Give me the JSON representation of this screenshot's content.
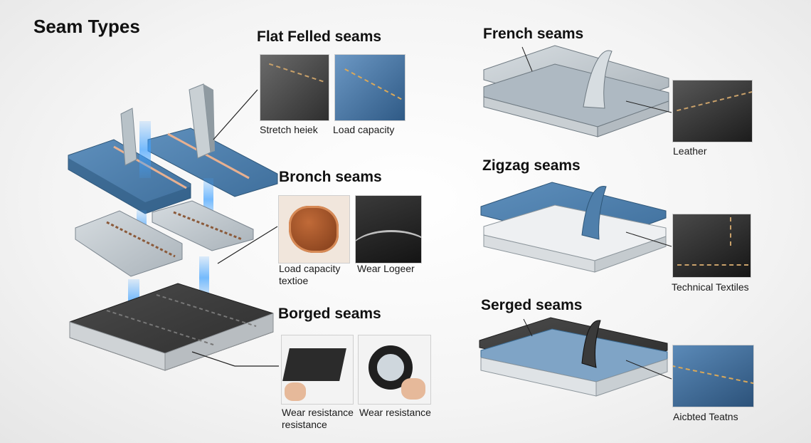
{
  "title": "Seam Types",
  "sections": {
    "flat_felled": {
      "heading": "Flat Felled seams",
      "captions": [
        "Stretch heiek",
        "Load capacity"
      ]
    },
    "bronch": {
      "heading": "Bronch seams",
      "captions": [
        "Load capacity\ntextioe",
        "Wear Logeer"
      ]
    },
    "borged": {
      "heading": "Borged seams",
      "captions": [
        "Wear resistance\nresistance",
        "Wear resistance"
      ]
    },
    "french": {
      "heading": "French seams",
      "caption": "Leather"
    },
    "zigzag": {
      "heading": "Zigzag seams",
      "caption": "Technical Textiles"
    },
    "serged": {
      "heading": "Serged seams",
      "caption": "Aicbted Teatns"
    }
  },
  "colors": {
    "denim": "#4f7fab",
    "light_gray": "#c7cdd2",
    "dark": "#3a3a3a",
    "leather_brown": "#9a4a22",
    "beam": "#3da0ff"
  },
  "icons": [
    "denim-swatch",
    "leather-swatch",
    "foam-swatch",
    "light-beam"
  ]
}
